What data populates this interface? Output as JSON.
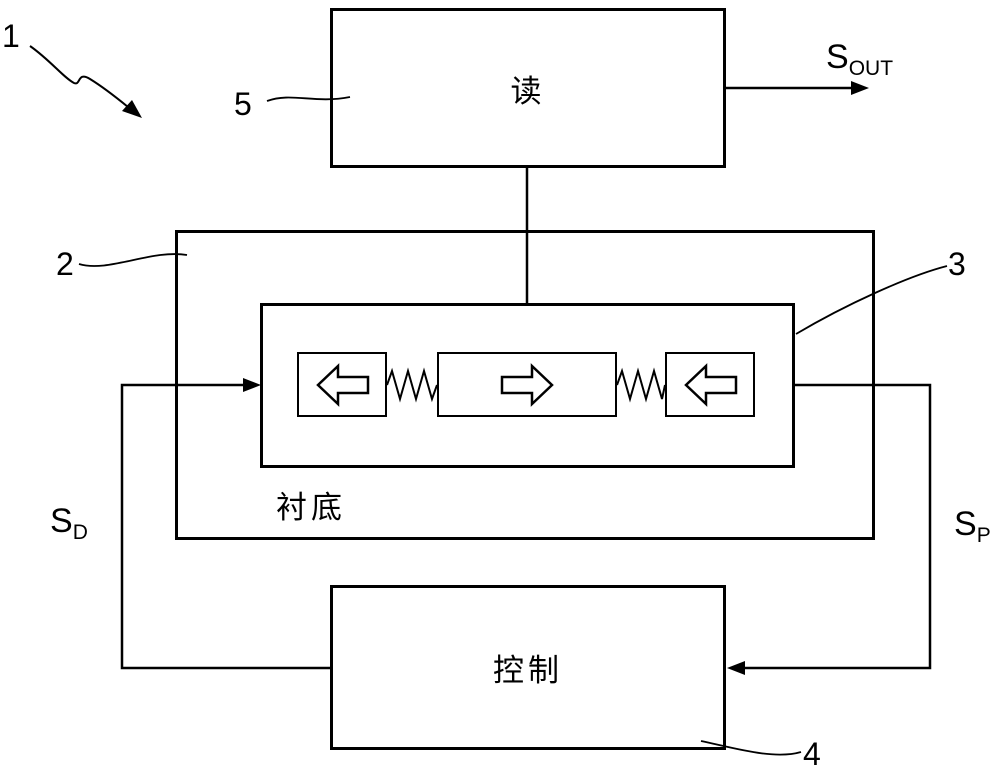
{
  "figure": {
    "reference_labels": {
      "label_1": "1",
      "label_2": "2",
      "label_3": "3",
      "label_4": "4",
      "label_5": "5"
    },
    "boxes": {
      "read": {
        "label": "读"
      },
      "substrate": {
        "label": "衬底"
      },
      "control": {
        "label": "控制"
      }
    },
    "signals": {
      "s_out": {
        "base": "S",
        "sub": "OUT"
      },
      "s_d": {
        "base": "S",
        "sub": "D"
      },
      "s_p": {
        "base": "S",
        "sub": "P"
      }
    },
    "icons": {
      "mass_left_arrow": "hollow-left-arrow",
      "mass_center_arrow": "hollow-right-arrow",
      "mass_right_arrow": "hollow-left-arrow",
      "couplings": "spring-zigzag"
    },
    "colors": {
      "line": "#000000",
      "background": "#ffffff"
    }
  }
}
